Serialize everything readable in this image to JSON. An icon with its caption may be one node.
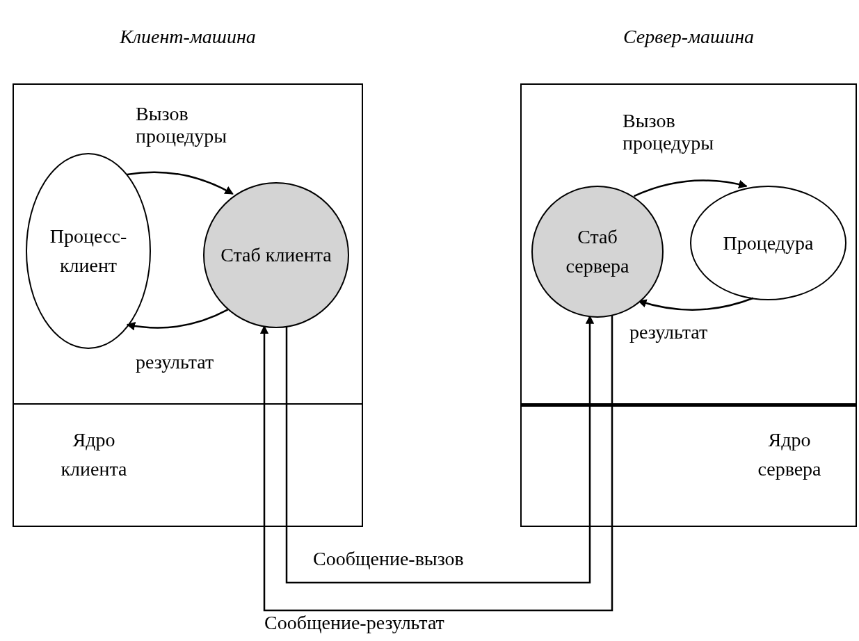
{
  "diagram": {
    "nodes": [
      {
        "text": [
          "Клиент-машина"
        ]
      },
      {
        "text": [
          "Процесс-клиент"
        ],
        "in": 0
      },
      {
        "text": [
          "Стаб клиента"
        ],
        "in": 0
      },
      {
        "text": [
          "Сервер-машина"
        ]
      },
      {
        "text": [
          "Стаб сервера"
        ],
        "in": 3
      },
      {
        "text": [
          "Процедура"
        ],
        "in": 3
      }
    ],
    "edges": [
      {
        "from": 1,
        "to": 2,
        "arrow": "to",
        "label": "Вызов процедуры"
      },
      {
        "from": 2,
        "to": 1,
        "arrow": "to",
        "label": "результат"
      },
      {
        "from": 4,
        "to": 5,
        "arrow": "to",
        "label": "Вызов процедуры"
      },
      {
        "from": 5,
        "to": 4,
        "arrow": "to",
        "label": "результат"
      },
      {
        "from": 2,
        "to": 4,
        "arrow": "to",
        "label": "Сообщение-вызов"
      },
      {
        "from": 4,
        "to": 2,
        "arrow": "to",
        "label": "Сообщение-результат"
      }
    ],
    "labels": [
      "Ядро клиента",
      "Ядро сервера"
    ]
  }
}
